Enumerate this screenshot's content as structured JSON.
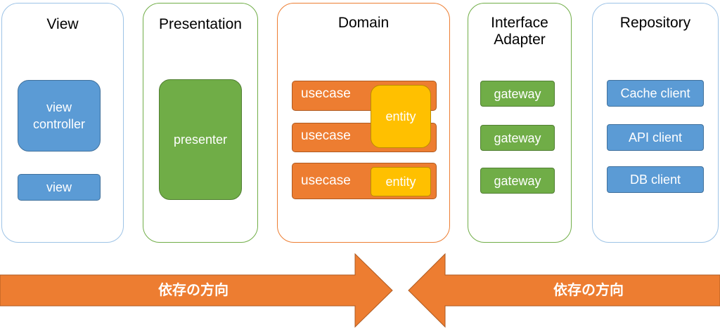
{
  "colors": {
    "blue_fill": "#5B9BD5",
    "blue_border": "#41719C",
    "blue_outline": "#9DC3E6",
    "green_fill": "#70AD47",
    "green_border": "#507E32",
    "green_outline": "#70AD47",
    "orange_fill": "#ED7D31",
    "orange_border": "#AE5A21",
    "orange_outline": "#ED7D31",
    "yellow_fill": "#FFC000",
    "yellow_border": "#BC8C00"
  },
  "layers": {
    "view": {
      "title": "View"
    },
    "presentation": {
      "title": "Presentation"
    },
    "domain": {
      "title": "Domain"
    },
    "interface_adapter": {
      "title": "Interface\nAdapter"
    },
    "repository": {
      "title": "Repository"
    }
  },
  "view_layer": {
    "view_controller": "view\ncontroller",
    "view": "view"
  },
  "presentation_layer": {
    "presenter": "presenter"
  },
  "domain_layer": {
    "usecases": [
      "usecase",
      "usecase",
      "usecase"
    ],
    "entities": [
      "entity",
      "entity"
    ]
  },
  "interface_adapter_layer": {
    "gateways": [
      "gateway",
      "gateway",
      "gateway"
    ]
  },
  "repository_layer": {
    "clients": [
      "Cache client",
      "API client",
      "DB client"
    ]
  },
  "arrows": {
    "left_label": "依存の方向",
    "right_label": "依存の方向"
  }
}
